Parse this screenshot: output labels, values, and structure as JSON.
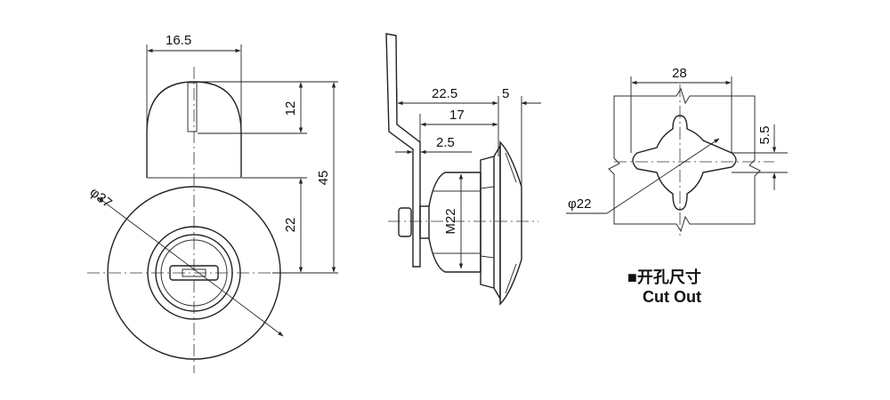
{
  "front_view": {
    "dims": {
      "width_top": "16.5",
      "height_cap": "12",
      "height_total": "45",
      "height_lower": "22",
      "diameter": "φ37"
    }
  },
  "side_view": {
    "dims": {
      "depth_total": "22.5",
      "flange": "5",
      "depth_body": "17",
      "plate": "2.5",
      "thread": "M22"
    }
  },
  "cutout_view": {
    "dims": {
      "width": "28",
      "slot": "5.5",
      "diameter": "φ22"
    }
  },
  "legend": {
    "title_cn": "■开孔尺寸",
    "title_en": "Cut Out"
  },
  "colors": {
    "line": "#222222",
    "background": "#ffffff"
  }
}
